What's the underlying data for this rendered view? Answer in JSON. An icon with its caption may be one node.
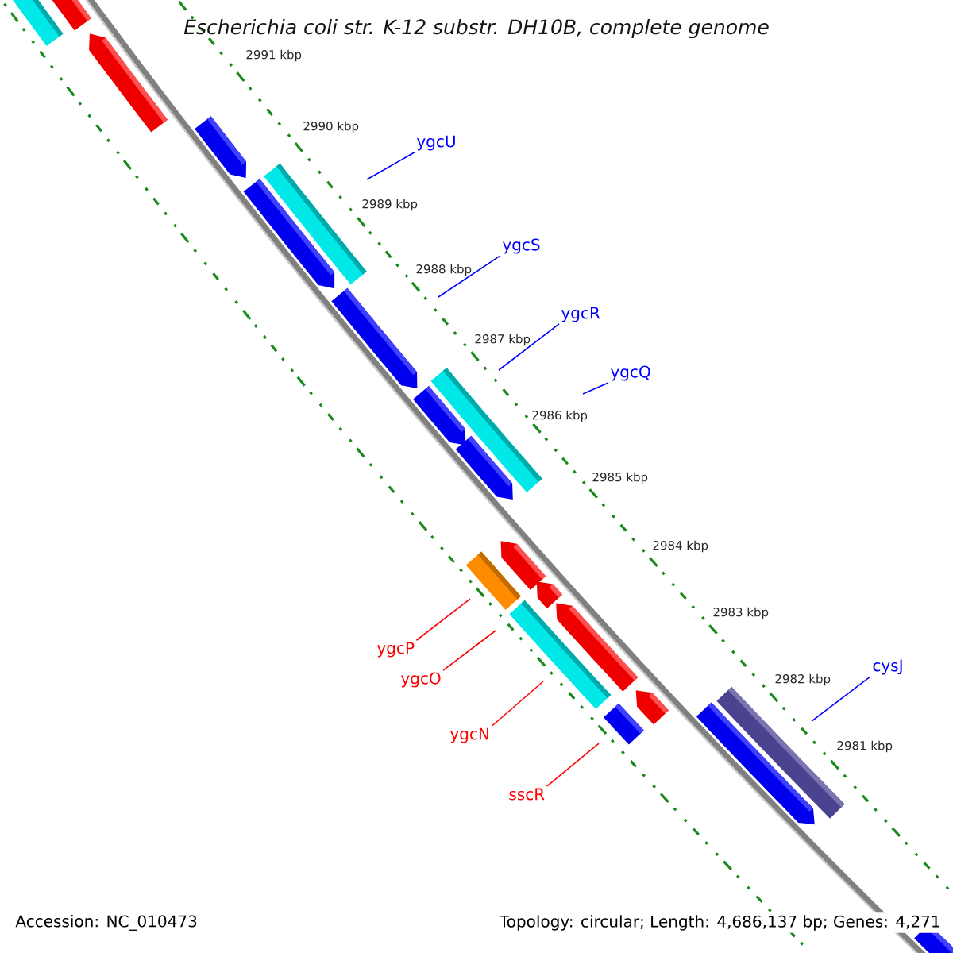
{
  "diagram": {
    "title": "Escherichia coli str. K-12 substr. DH10B, complete genome",
    "nodes": [
      {
        "text": [
          "ygcU"
        ]
      },
      {
        "text": [
          "ygcS"
        ]
      },
      {
        "text": [
          "ygcR"
        ]
      },
      {
        "text": [
          "ygcQ"
        ]
      },
      {
        "text": [
          "ygcP"
        ]
      },
      {
        "text": [
          "cysJ"
        ]
      },
      {
        "text": [
          "ygcO"
        ]
      },
      {
        "text": [
          "ygcN"
        ]
      },
      {
        "text": [
          "sscR"
        ]
      }
    ],
    "edges": [
      {
        "from": 0,
        "to": null,
        "arrow": "none"
      },
      {
        "from": 1,
        "to": null,
        "arrow": "none"
      },
      {
        "from": 2,
        "to": null,
        "arrow": "none"
      },
      {
        "from": 3,
        "to": null,
        "arrow": "none"
      },
      {
        "from": 4,
        "to": null,
        "arrow": "none",
        "color": "#ff0000"
      },
      {
        "from": 5,
        "to": null,
        "arrow": "none"
      },
      {
        "from": 6,
        "to": null,
        "arrow": "none",
        "color": "#ff0000"
      },
      {
        "from": 7,
        "to": null,
        "arrow": "none",
        "color": "#ff0000"
      },
      {
        "from": 8,
        "to": null,
        "arrow": "none",
        "color": "#ff0000"
      }
    ],
    "labels": [
      "2991 kbp",
      "2990 kbp",
      "2989 kbp",
      "2988 kbp",
      "2987 kbp",
      "2986 kbp",
      "2985 kbp",
      "2984 kbp",
      "2983 kbp",
      "2982 kbp",
      "2981 kbp",
      "Accession: NC_010473",
      "Topology: circular; Length: 4,686,137 bp; Genes: 4,271"
    ]
  }
}
